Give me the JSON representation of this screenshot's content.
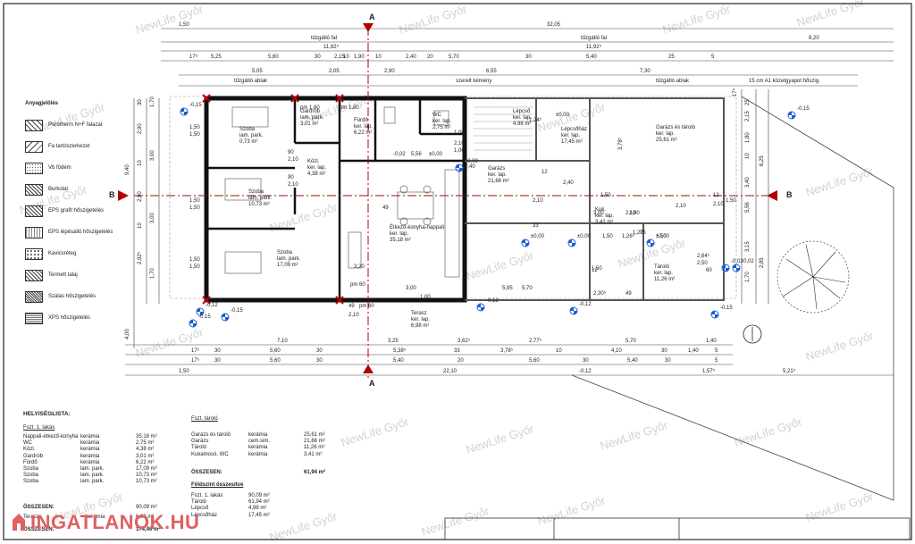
{
  "watermark": "NewLife Győr",
  "logo": "INGATLANOK.HU",
  "section_marks": {
    "a_top": "A",
    "a_bottom": "A",
    "b_left": "B",
    "b_right": "B"
  },
  "top_dims": {
    "row1": [
      "1,50",
      "32,05"
    ],
    "row2": [
      "tűzgátló fal",
      "tűzgátló fal",
      "8,20"
    ],
    "row3": [
      "11,92⁵",
      "11,92⁵"
    ],
    "row4": [
      "17⁵",
      "5,25",
      "5,60",
      "30",
      "2,15",
      "10",
      "1,90",
      "10",
      "2,40",
      "20",
      "5,70",
      "30",
      "5,40",
      "25",
      "5"
    ],
    "row5": [
      "5,05",
      "2,05",
      "2,90",
      "6,55",
      "7,30"
    ],
    "row6": [
      "tűzgátló ablak",
      "szerelt kémény",
      "tűzgátló ablak",
      "15 cm A1 közetgyapot hőszig."
    ]
  },
  "bottom_dims": {
    "row1": [
      "7,10",
      "3,25",
      "3,62⁵",
      "2,77⁵",
      "5,70",
      "1,40"
    ],
    "row2": [
      "17⁵",
      "30",
      "5,60",
      "30",
      "5,38⁵",
      "33",
      "3,78⁵",
      "10",
      "4,10",
      "30",
      "1,40",
      "5"
    ],
    "row3": [
      "17⁵",
      "30",
      "5,60",
      "30",
      "5,40",
      "20",
      "5,60",
      "30",
      "5,40",
      "30",
      "5"
    ],
    "row4": [
      "1,50",
      "22,10",
      "-0,12",
      "1,57⁵",
      "5,21⁵"
    ]
  },
  "left_dims": [
    "30",
    "2,90",
    "1,70",
    "10",
    "2,90",
    "9,40",
    "3,00",
    "10",
    "3,00",
    "2,92⁵",
    "1,70",
    "4,00"
  ],
  "right_dims": [
    "17⁵",
    "2,15",
    "1,80",
    "25",
    "10",
    "3,78⁵",
    "6,25",
    "3,40",
    "5,56",
    "3,15",
    "2,85",
    "1,70"
  ],
  "levels": [
    "-0,15",
    "-0,15",
    "-0,12",
    "-0,15",
    "±0,00",
    "-0,12",
    "±0,00",
    "±0,00",
    "-0,02",
    "-0,15",
    "-0,15",
    "-0,12",
    "±0,00",
    "-0,02"
  ],
  "rooms": [
    {
      "name": "Szoba",
      "sub": "lam. park.",
      "area": "0,73 m²"
    },
    {
      "name": "Gardrób",
      "sub": "lam. park.",
      "area": "3,01 m²"
    },
    {
      "name": "Fürdő",
      "sub": "ker. lap.",
      "area": "6,22 m²"
    },
    {
      "name": "WC",
      "sub": "ker. lap.",
      "area": "2,75 m²"
    },
    {
      "name": "Lépcső",
      "sub": "ker. lap.",
      "area": "4,98 m²"
    },
    {
      "name": "Lépcsőház",
      "sub": "ker. lap.",
      "area": "17,45 m²"
    },
    {
      "name": "Garázs és tároló",
      "sub": "ker. lap.",
      "area": "25,61 m²"
    },
    {
      "name": "Közl.",
      "sub": "ker. lap.",
      "area": "4,38 m²"
    },
    {
      "name": "Szoba",
      "sub": "lam. park.",
      "area": "10,73 m²"
    },
    {
      "name": "Garázs",
      "sub": "ker. lap.",
      "area": "21,66 m²"
    },
    {
      "name": "Étkező-konyha-nappali",
      "sub": "ker. lap.",
      "area": "35,18 m²"
    },
    {
      "name": "Szoba",
      "sub": "lam. park.",
      "area": "17,09 m²"
    },
    {
      "name": "Tároló",
      "sub": "ker. lap.",
      "area": "11,26 m²"
    },
    {
      "name": "Kuk.",
      "sub": "ker. lap.",
      "area": "3,41 m²"
    },
    {
      "name": "Terasz",
      "sub": "ker. lap.",
      "area": "6,98 m²"
    }
  ],
  "plan_labels": [
    "pm 1,80",
    "pm 1,80",
    "pm 60",
    "90",
    "2,10",
    "90",
    "2,10",
    "1,50",
    "1,50",
    "1,50",
    "1,50",
    "1,50",
    "1,50",
    "1,00",
    "2,10",
    "1,00",
    "2,40",
    "±0,00",
    "1,24⁵",
    "2,40",
    "1,50",
    "2,10",
    "1,50",
    "1,26⁵",
    "2,64⁵",
    "2,50",
    "1,50",
    "2,30⁵",
    "49",
    "49",
    "33",
    "5,95",
    "5,70",
    "3,20",
    "3,00",
    "3,00",
    "2,10",
    "49",
    "pm 60",
    "1,00",
    "2,10",
    "1,00",
    "1,20",
    "75",
    "2,10",
    "12",
    "12",
    "12",
    "2,10",
    "60",
    "1,50",
    "1,50",
    "-0,02",
    "5,56",
    "±0,00"
  ],
  "legend": {
    "title": "Anyagjelölés",
    "items": [
      "Porotherm N+F falazat",
      "Fa tartószerkezet",
      "Vb födém",
      "Burkolat",
      "EPS grafit hőszigetelés",
      "EPS lépésálló hőszigetelés",
      "Kavicsréteg",
      "Termett talaj",
      "Szálas hőszigetelés",
      "XPS hőszigetelés"
    ]
  },
  "rooms_list": {
    "title": "HELYISÉGLISTA:",
    "group": "Fszt. 1. lakás",
    "rows": [
      [
        "Nappali-étkező-konyha",
        "kerámia",
        "35,18 m²"
      ],
      [
        "WC",
        "kerámia",
        "2,75 m²"
      ],
      [
        "Közl.",
        "kerámia",
        "4,38 m²"
      ],
      [
        "Gardrób",
        "kerámia",
        "3,01 m²"
      ],
      [
        "Fürdő",
        "kerámia",
        "6,22 m²"
      ],
      [
        "Szoba",
        "lam. park.",
        "17,09 m²"
      ],
      [
        "Szoba",
        "lam. park.",
        "10,73 m²"
      ],
      [
        "Szoba",
        "lam. park.",
        "10,73 m²"
      ]
    ],
    "total_label": "ÖSSZESEN:",
    "total": "90,09 m²",
    "terasz": [
      "Terasz",
      "kerámia",
      "6,98 m²"
    ],
    "grand_label": "ÖSSZESEN:",
    "grand_total": "174,46 m²"
  },
  "storage_list": {
    "title": "Fszt. tároló",
    "rows": [
      [
        "Garázs és tároló",
        "kerámia",
        "25,61 m²"
      ],
      [
        "Garázs",
        "cem.sim.",
        "21,66 m²"
      ],
      [
        "Tároló",
        "kerámia",
        "11,26 m²"
      ],
      [
        "Kukamosó, WC",
        "kerámia",
        "3,41 m²"
      ]
    ],
    "total_label": "ÖSSZESEN:",
    "total": "61,94 m²",
    "summary_title": "Földszint összesítve",
    "summary": [
      [
        "Fszt. 1. lakás",
        "90,09 m²"
      ],
      [
        "Tároló",
        "61,94 m²"
      ],
      [
        "Lépcső",
        "4,98 m²"
      ],
      [
        "Lépcsőház",
        "17,45 m²"
      ]
    ]
  },
  "accent_colors": {
    "dimension": "#3a3a3a",
    "blue": "#1a5fd0",
    "red": "#c00000",
    "section": "#b00000",
    "legend_frame": "#222222"
  }
}
